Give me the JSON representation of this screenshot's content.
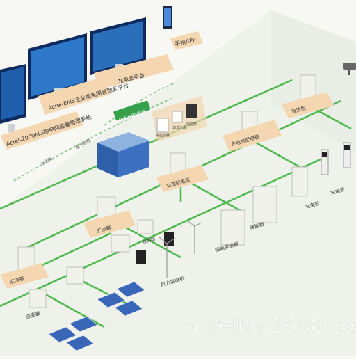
{
  "platforms": {
    "acrel_2000mg": "Acrel-2000MG微电网能量管理系统",
    "acrel_ems": "Acrel-EMS企业微电网管理云平台",
    "charging_platform": "充电云平台",
    "mobile_app": "手机APP"
  },
  "transformer": {
    "label": "0.4kV变电所"
  },
  "meters": {
    "power_quality": "电能质量",
    "harmonic": "谐波治理",
    "energy_meter": "电能表"
  },
  "cabinets": {
    "ac_main": "交流配电柜",
    "charging_cabinet": "充电桩配电箱",
    "dc_cabinet": "直流柜",
    "combiner_1": "汇流箱",
    "combiner_2": "汇流箱",
    "inverter": "逆变器",
    "pcs": "储能变流器",
    "battery_cabinet": "储能柜",
    "wind": "风力发电机",
    "wind_controller": "控制器",
    "charger_1": "充电桩",
    "charger_2": "充电桩"
  },
  "links": {
    "ethernet": "以太网",
    "bus_label": "电力总线"
  },
  "watermark": "acrelhh.1688.com"
}
